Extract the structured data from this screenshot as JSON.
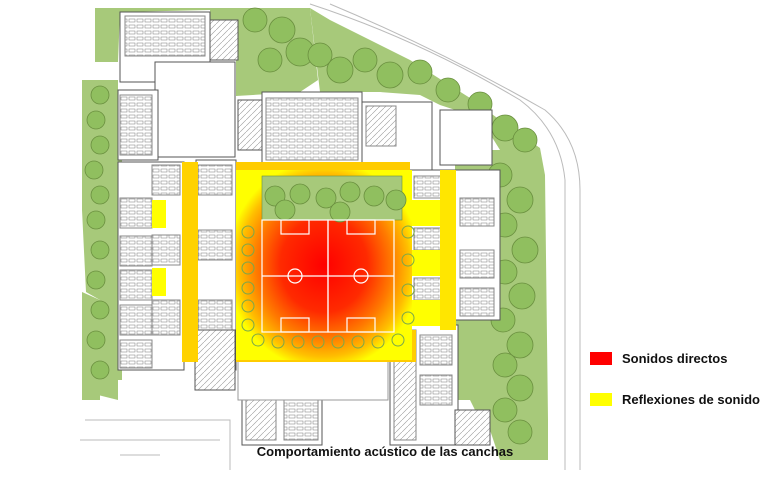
{
  "legend": {
    "direct": {
      "label": "Sonidos directos",
      "color": "#ff0000"
    },
    "reflect": {
      "label": "Reflexiones de sonido",
      "color": "#ffff00"
    }
  },
  "caption": "Comportamiento acústico de las canchas",
  "colors": {
    "green_area": "#a7c97a",
    "tree": "#8fbf5c",
    "building_line": "#555555"
  }
}
